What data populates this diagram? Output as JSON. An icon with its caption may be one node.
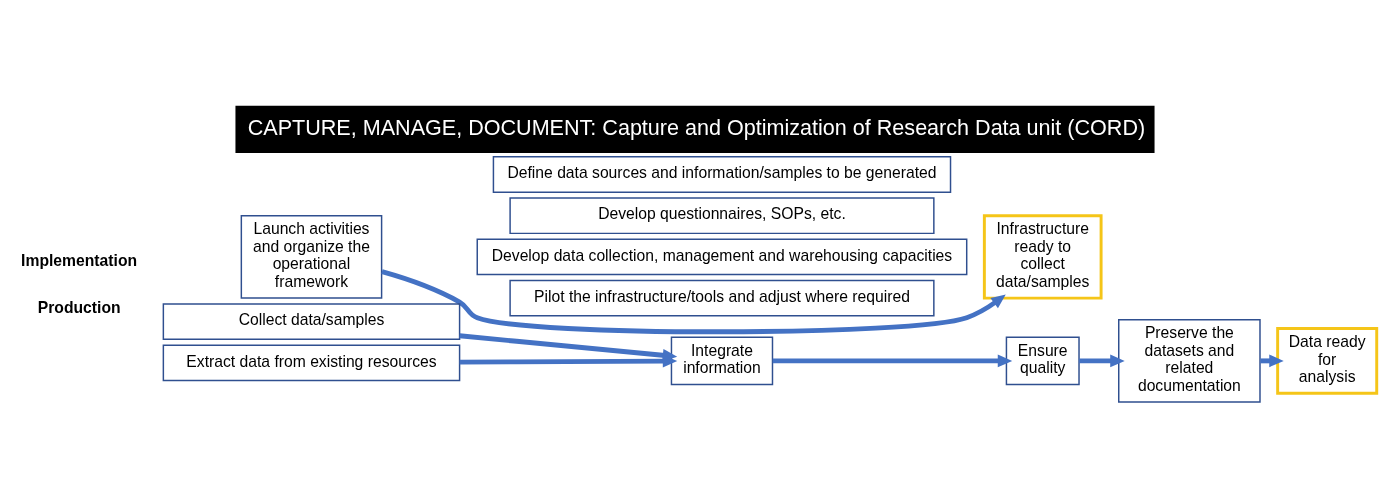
{
  "diagram": {
    "title": "CAPTURE, MANAGE, DOCUMENT: Capture and Optimization of Research Data unit (CORD)",
    "nodes": [
      {
        "text": [
          "Launch activities and organize the operational framework"
        ]
      },
      {
        "text": [
          "Define data sources and information/samples to be generated"
        ]
      },
      {
        "text": [
          "Develop questionnaires, SOPs, etc."
        ]
      },
      {
        "text": [
          "Develop data collection, management and warehousing capacities"
        ]
      },
      {
        "text": [
          "Pilot the infrastructure/tools and adjust where required"
        ]
      },
      {
        "text": [
          "Infrastructure ready to collect data/samples"
        ]
      },
      {
        "text": [
          "Collect data/samples"
        ]
      },
      {
        "text": [
          "Extract data from existing resources"
        ]
      },
      {
        "text": [
          "Integrate information"
        ]
      },
      {
        "text": [
          "Ensure quality"
        ]
      },
      {
        "text": [
          "Preserve the datasets and related documentation"
        ]
      },
      {
        "text": [
          "Data ready for analysis"
        ]
      }
    ],
    "edges": [
      {
        "from": 0,
        "to": 5,
        "arrow": "to"
      },
      {
        "from": 6,
        "to": 8,
        "arrow": "to"
      },
      {
        "from": 7,
        "to": 8,
        "arrow": "to"
      },
      {
        "from": 8,
        "to": 9,
        "arrow": "to"
      },
      {
        "from": 9,
        "to": 10,
        "arrow": "to"
      },
      {
        "from": 10,
        "to": 11,
        "arrow": "to"
      }
    ],
    "labels": [
      "Implementation",
      "Production"
    ]
  }
}
